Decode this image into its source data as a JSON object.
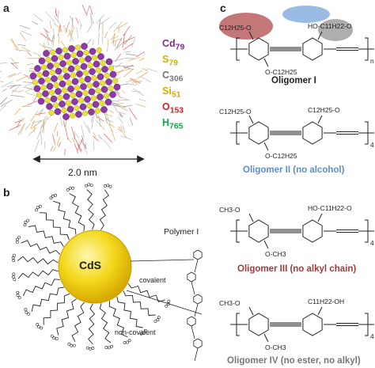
{
  "panels": {
    "a": "a",
    "b": "b",
    "c": "c"
  },
  "panel_a": {
    "formula": [
      {
        "el": "Cd",
        "n": "79",
        "color": "#7b2d8e"
      },
      {
        "el": "S",
        "n": "79",
        "color": "#c9b400"
      },
      {
        "el": "C",
        "n": "306",
        "color": "#777777"
      },
      {
        "el": "Si",
        "n": "51",
        "color": "#e0a800"
      },
      {
        "el": "O",
        "n": "153",
        "color": "#d62020"
      },
      {
        "el": "H",
        "n": "765",
        "color": "#1e9e4a"
      }
    ],
    "scale_label": "2.0 nm"
  },
  "panel_b": {
    "core_label": "CdS",
    "polymer_label": "Polymer I",
    "covalent_label": "covalent",
    "noncovalent_label": "non-covalent"
  },
  "panel_c": {
    "oligomers": [
      {
        "title": "Oligomer I",
        "color": "#222222",
        "left_top": "C12H25-O",
        "right_top": "HO-C11H22-O",
        "left_bottom": "O-C12H25",
        "sub": "n"
      },
      {
        "title": "Oligomer II (no alcohol)",
        "color": "#5b8ec9",
        "left_top": "C12H25-O",
        "right_top": "C12H25-O",
        "left_bottom": "O-C12H25",
        "sub": "4"
      },
      {
        "title": "Oligomer III (no alkyl chain)",
        "color": "#9e3a3a",
        "left_top": "CH3-O",
        "right_top": "HO-C11H22-O",
        "left_bottom": "O-CH3",
        "sub": "4"
      },
      {
        "title": "Oligomer IV (no ester, no alkyl)",
        "color": "#777777",
        "left_top": "CH3-O",
        "right_top": "C11H22-OH",
        "left_bottom": "O-CH3",
        "sub": "4"
      }
    ]
  },
  "colors": {
    "cd": "#8e3aa5",
    "s": "#e8e02a",
    "core": "#f2d21a",
    "highlight_red": "#b04a4a",
    "highlight_blue": "#6f9fd8",
    "highlight_gray": "#9a9a9a"
  }
}
